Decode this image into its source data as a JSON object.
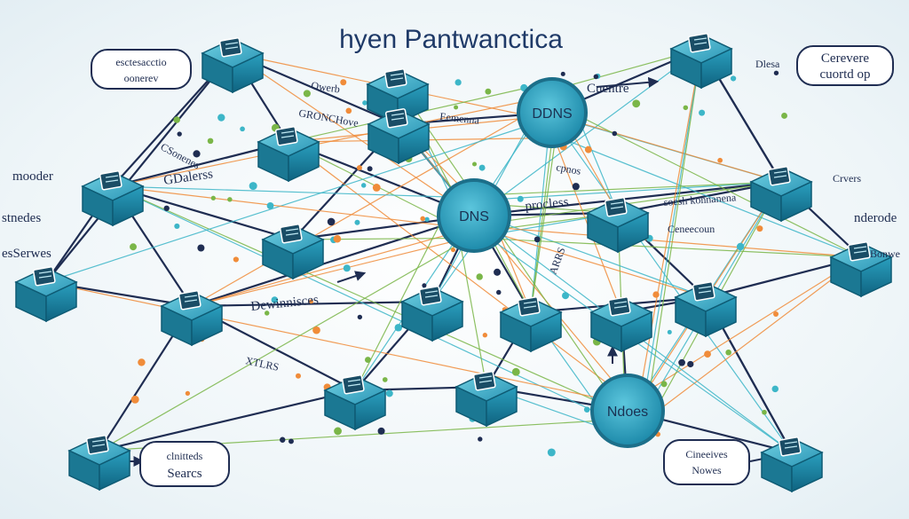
{
  "title": "hyen Pantwanctica",
  "hubs": [
    {
      "id": "dns_top",
      "label": "DDNS"
    },
    {
      "id": "dns_mid",
      "label": "DNS"
    },
    {
      "id": "nodes",
      "label": "Ndoes"
    }
  ],
  "callouts": [
    {
      "id": "tl",
      "lines": [
        "esctesacctio",
        "oonerev"
      ]
    },
    {
      "id": "tr",
      "lines": [
        "Cerevere",
        "cuortd op"
      ]
    },
    {
      "id": "bl",
      "lines": [
        "clnitteds",
        "Searcs"
      ]
    },
    {
      "id": "br",
      "lines": [
        "Cineeives",
        "Nowes"
      ]
    }
  ],
  "labels": [
    {
      "id": "moder",
      "text": "mooder"
    },
    {
      "id": "stnedes",
      "text": "stnedes"
    },
    {
      "id": "serwes",
      "text": "esSerwes"
    },
    {
      "id": "gdalerss",
      "text": "GDalerss"
    },
    {
      "id": "csonenes",
      "text": "CSonenes"
    },
    {
      "id": "owerb",
      "text": "Owerb"
    },
    {
      "id": "gronchove",
      "text": "GRONCHove"
    },
    {
      "id": "eemenna",
      "text": "Eemenna"
    },
    {
      "id": "cuentre",
      "text": "Cuentre"
    },
    {
      "id": "dlesa",
      "text": "Dlesa"
    },
    {
      "id": "crvers",
      "text": "Crvers"
    },
    {
      "id": "proclose",
      "text": "procless"
    },
    {
      "id": "soesh",
      "text": "soesh konnanena"
    },
    {
      "id": "ccenecoun",
      "text": "Ceneecoun"
    },
    {
      "id": "nderode",
      "text": "nderode"
    },
    {
      "id": "bonwe",
      "text": "Bonwe"
    },
    {
      "id": "dewinnisces",
      "text": "Dewinnisces"
    },
    {
      "id": "xtlrs",
      "text": "XTLRS"
    },
    {
      "id": "cpnos",
      "text": "cpnos"
    },
    {
      "id": "arrs",
      "text": "ARRS"
    }
  ],
  "colors": {
    "title": "#1f3a68",
    "server_top": "#3aa6c4",
    "server_side": "#1b7893",
    "server_dark": "#0e5b74",
    "hub_fill": "#2aa2c2",
    "hub_ring": "#1c6f8a",
    "line_dark": "#1f2d52",
    "line_teal": "#3db6c8",
    "line_green": "#7ab648",
    "line_orange": "#f08c3a"
  }
}
